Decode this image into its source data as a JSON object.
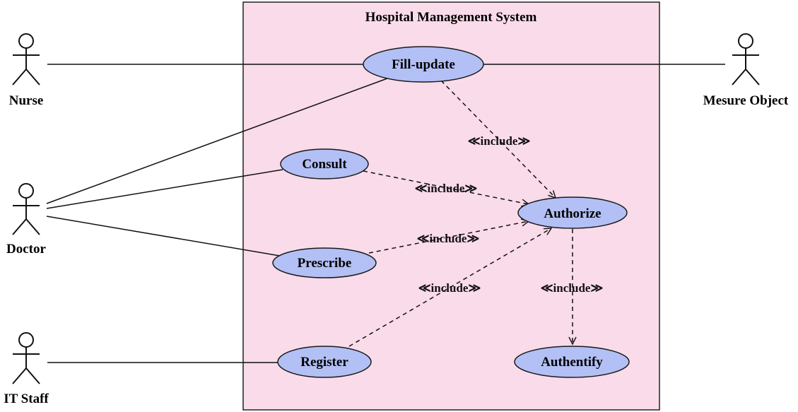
{
  "system": {
    "title": "Hospital Management System",
    "fill_color": "#f9dbe9",
    "border_color": "#222222"
  },
  "use_case_style": {
    "fill_color": "#b3c0f5",
    "border_color": "#1a1a1a"
  },
  "actors": {
    "nurse": "Nurse",
    "doctor": "Doctor",
    "it_staff": "IT Staff",
    "mesure_object": "Mesure Object"
  },
  "use_cases": {
    "fill_update": "Fill-update",
    "consult": "Consult",
    "authorize": "Authorize",
    "prescribe": "Prescribe",
    "register": "Register",
    "authentify": "Authentify"
  },
  "relations": {
    "include_label": "≪include≫",
    "associations": [
      {
        "from": "Nurse",
        "to": "Fill-update"
      },
      {
        "from": "Mesure Object",
        "to": "Fill-update"
      },
      {
        "from": "Doctor",
        "to": "Fill-update"
      },
      {
        "from": "Doctor",
        "to": "Consult"
      },
      {
        "from": "Doctor",
        "to": "Prescribe"
      },
      {
        "from": "IT Staff",
        "to": "Register"
      }
    ],
    "includes": [
      {
        "from": "Fill-update",
        "to": "Authorize"
      },
      {
        "from": "Consult",
        "to": "Authorize"
      },
      {
        "from": "Prescribe",
        "to": "Authorize"
      },
      {
        "from": "Register",
        "to": "Authorize"
      },
      {
        "from": "Authorize",
        "to": "Authentify"
      }
    ]
  }
}
